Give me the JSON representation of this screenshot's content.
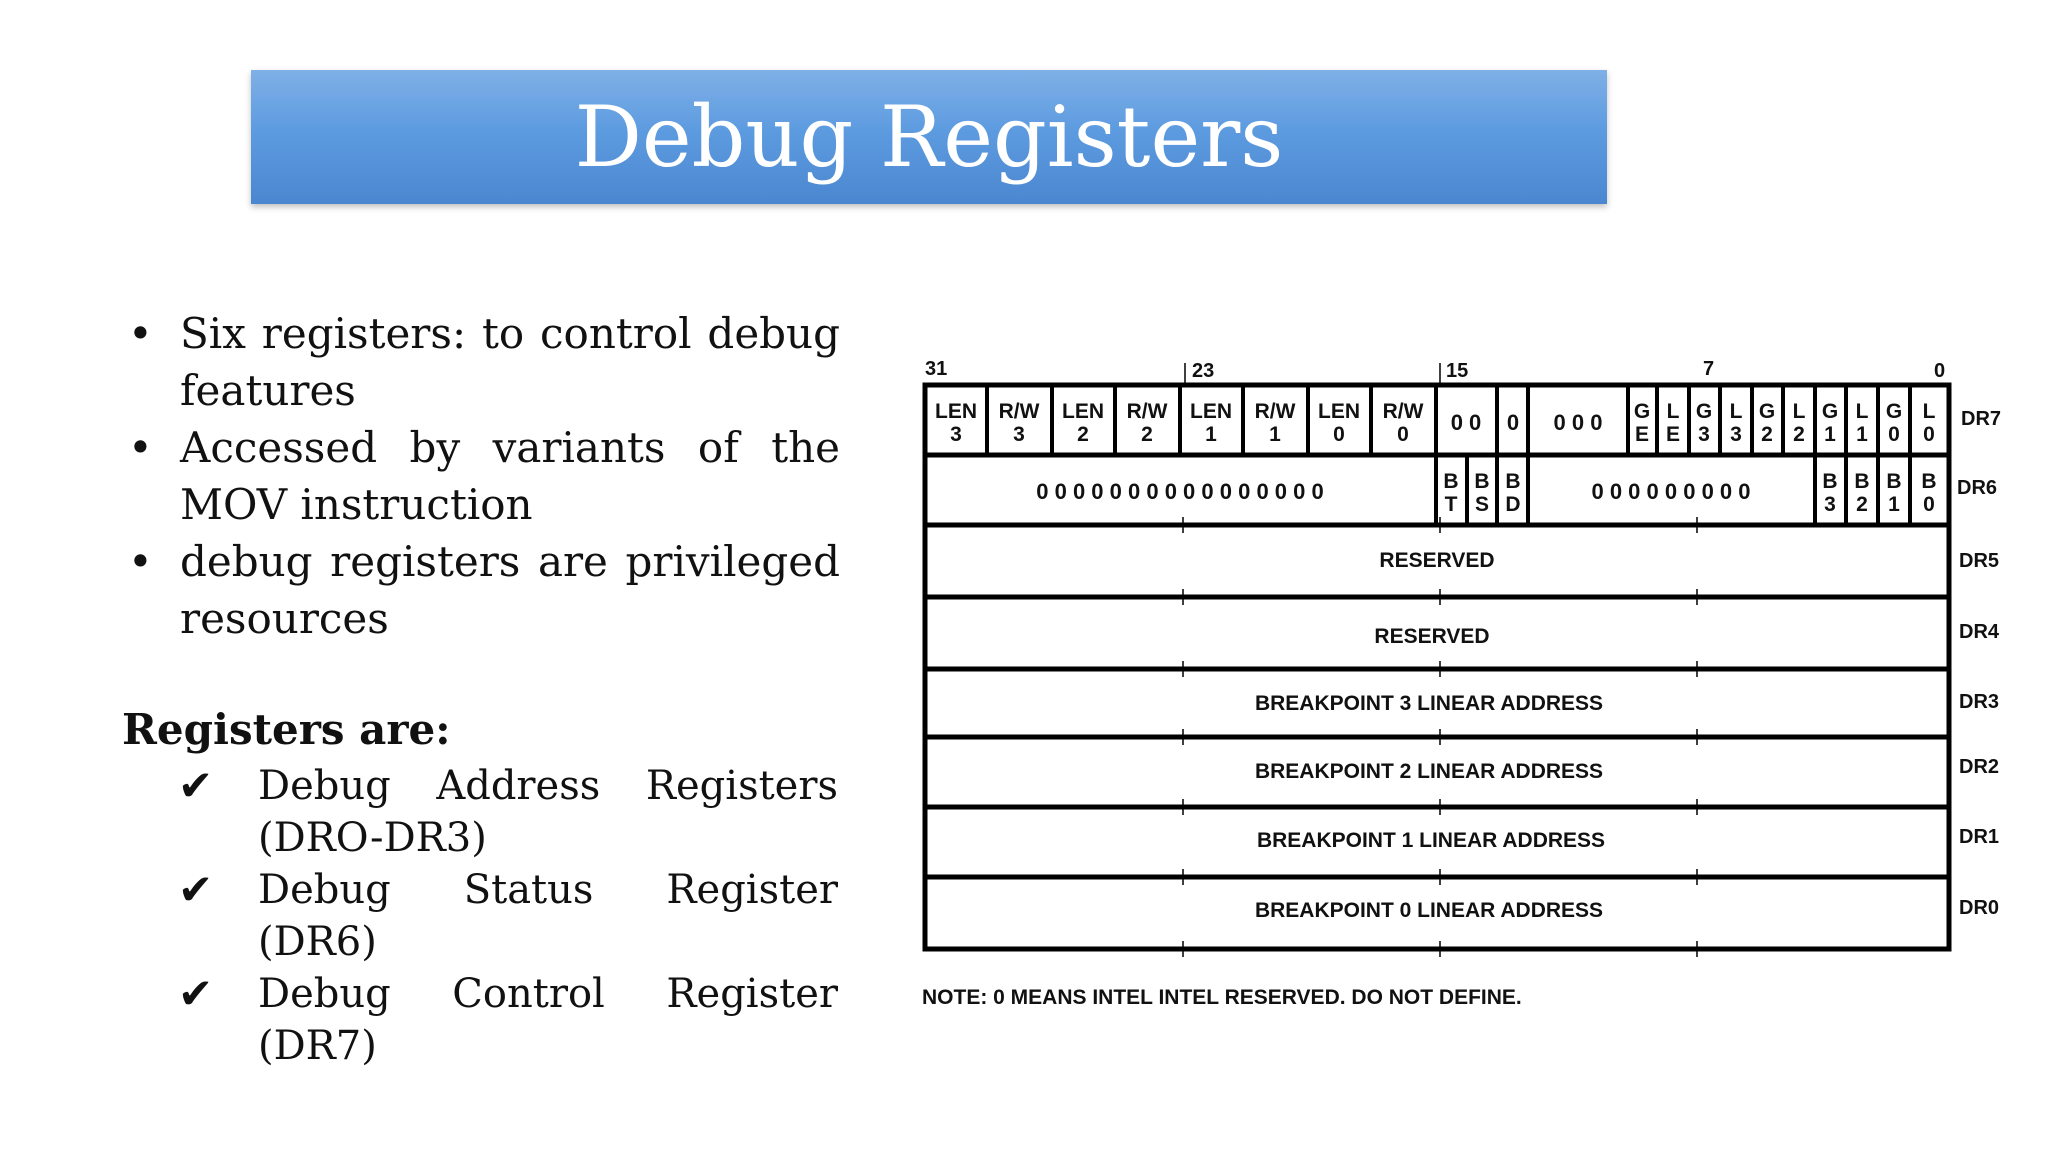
{
  "title": "Debug Registers",
  "bullets": [
    "Six registers: to control debug features",
    "Accessed by variants of the MOV instruction",
    "debug registers are privileged resources"
  ],
  "registers_heading": "Registers are:",
  "register_items": [
    {
      "words": [
        "Debug",
        "Address",
        "Registers"
      ],
      "continuation": "(DRO-DR3)"
    },
    {
      "text": "Debug Status Register (DR6)"
    },
    {
      "text": "Debug Control Register (DR7)"
    }
  ],
  "check_icon": "check-mark-icon",
  "bullet_icon": "bullet-dot-icon",
  "colors": {
    "title_bar": "#5d9be0",
    "title_text": "#ffffff",
    "diagram_lines": "#000000"
  },
  "diagram": {
    "bit_numbers": [
      "31",
      "23",
      "15",
      "7",
      "0"
    ],
    "dr7_fields": [
      [
        "LEN",
        "3"
      ],
      [
        "R/W",
        "3"
      ],
      [
        "LEN",
        "2"
      ],
      [
        "R/W",
        "2"
      ],
      [
        "LEN",
        "1"
      ],
      [
        "R/W",
        "1"
      ],
      [
        "LEN",
        "0"
      ],
      [
        "R/W",
        "0"
      ]
    ],
    "dr7_zeros_a": "0 0",
    "dr7_zero_b": "0",
    "dr7_zeros_c": "0 0 0",
    "dr7_enable_bits": [
      [
        "G",
        "E"
      ],
      [
        "L",
        "E"
      ],
      [
        "G",
        "3"
      ],
      [
        "L",
        "3"
      ],
      [
        "G",
        "2"
      ],
      [
        "L",
        "2"
      ],
      [
        "G",
        "1"
      ],
      [
        "L",
        "1"
      ],
      [
        "G",
        "0"
      ],
      [
        "L",
        "0"
      ]
    ],
    "dr6_zeros_a": "0 0 0 0 0 0 0 0 0 0 0 0 0 0 0 0",
    "dr6_status_bits": [
      [
        "B",
        "T"
      ],
      [
        "B",
        "S"
      ],
      [
        "B",
        "D"
      ]
    ],
    "dr6_zeros_b": "0 0 0 0 0 0 0 0 0",
    "dr6_break_bits": [
      [
        "B",
        "3"
      ],
      [
        "B",
        "2"
      ],
      [
        "B",
        "1"
      ],
      [
        "B",
        "0"
      ]
    ],
    "rows": [
      {
        "label": "DR7"
      },
      {
        "label": "DR6"
      },
      {
        "label": "DR5",
        "text": "RESERVED"
      },
      {
        "label": "DR4",
        "text": "RESERVED"
      },
      {
        "label": "DR3",
        "text": "BREAKPOINT 3 LINEAR ADDRESS"
      },
      {
        "label": "DR2",
        "text": "BREAKPOINT 2 LINEAR ADDRESS"
      },
      {
        "label": "DR1",
        "text": "BREAKPOINT 1 LINEAR ADDRESS"
      },
      {
        "label": "DR0",
        "text": "BREAKPOINT 0 LINEAR ADDRESS"
      }
    ],
    "note": "NOTE: 0 MEANS INTEL INTEL RESERVED. DO NOT DEFINE."
  }
}
